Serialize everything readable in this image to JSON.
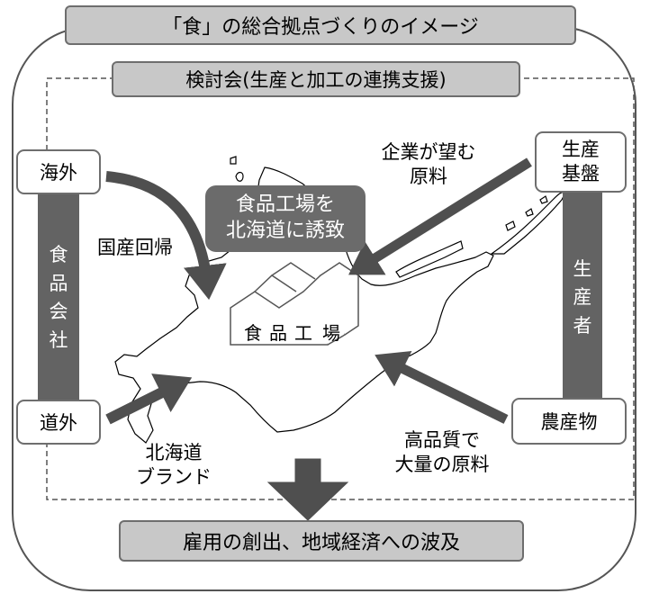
{
  "title": "「食」の総合拠点づくりのイメージ",
  "subtitle": "検討会(生産と加工の連携支援)",
  "factory_callout": {
    "line1": "食品工場を",
    "line2": "北海道に誘致"
  },
  "factory_chars": [
    "食",
    "品",
    "工",
    "場"
  ],
  "left": {
    "overseas": "海外",
    "outside_hokkaido": "道外",
    "company_bar": "食\n品\n会\n社",
    "return_label": "国産回帰",
    "brand_label": {
      "line1": "北海道",
      "line2": "ブランド"
    }
  },
  "right": {
    "production_base": {
      "line1": "生産",
      "line2": "基盤"
    },
    "agri_products": "農産物",
    "producer_bar": "生\n産\n者",
    "desired_label": {
      "line1": "企業が望む",
      "line2": "原料"
    },
    "quality_label": {
      "line1": "高品質で",
      "line2": "大量の原料"
    }
  },
  "bottom": "雇用の創出、地域経済への波及",
  "colors": {
    "gray_fill": "#c8c8c8",
    "bar_fill": "#636363",
    "arrow_fill": "#4f4f4f",
    "frame": "#555555"
  }
}
